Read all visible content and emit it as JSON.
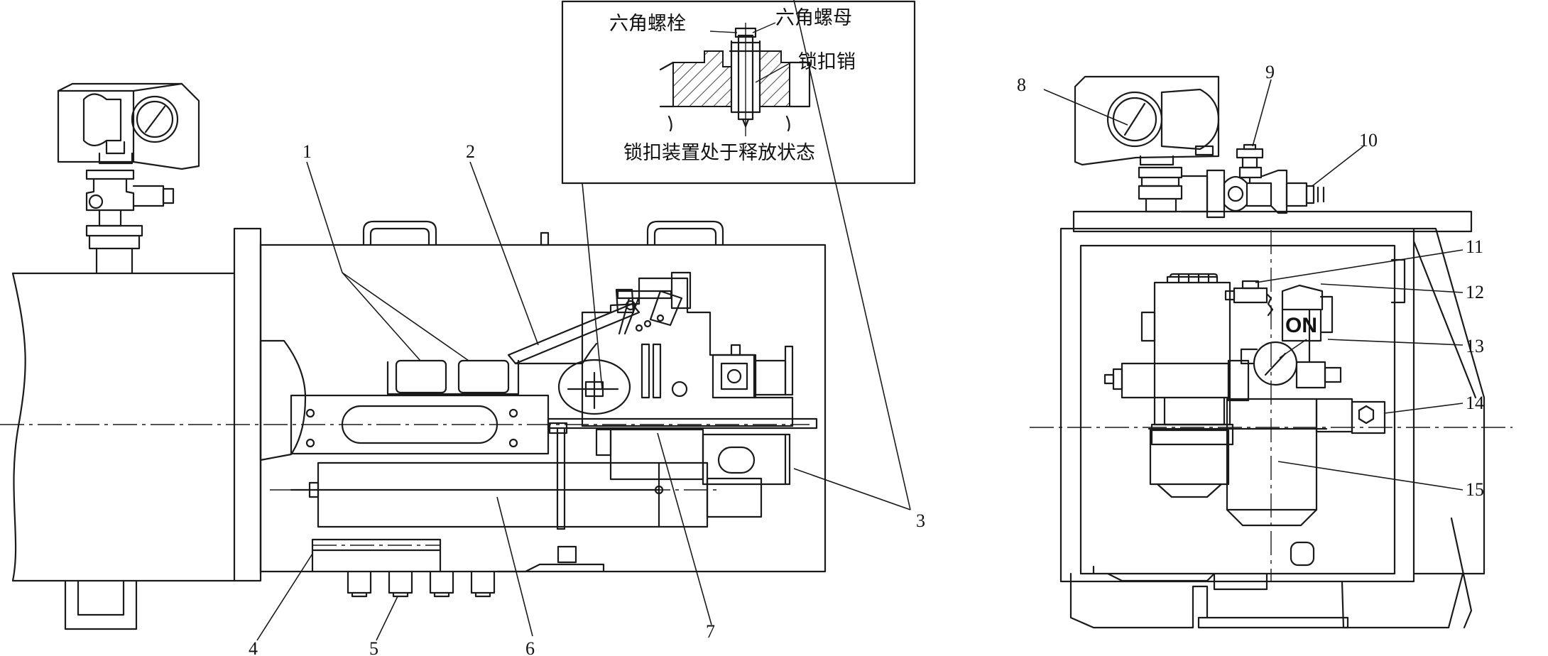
{
  "callouts": [
    "1",
    "2",
    "3",
    "4",
    "5",
    "6",
    "7",
    "8",
    "9",
    "10",
    "11",
    "12",
    "13",
    "14",
    "15"
  ],
  "inset": {
    "label_bolt": "六角螺栓",
    "label_nut": "六角螺母",
    "label_pin": "锁扣销",
    "caption": "锁扣装置处于释放状态"
  },
  "switch_label": "ON"
}
